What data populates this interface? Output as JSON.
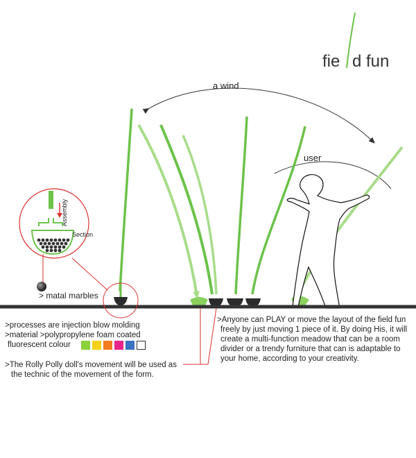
{
  "title": {
    "part1": "fie",
    "part2": "d fun"
  },
  "labels": {
    "wind": "a wind",
    "user": "user",
    "assembly": "Assembly",
    "section": "Section",
    "marbles": "> matal marbles"
  },
  "notes": {
    "process": ">processes are injection blow molding",
    "material": ">material >polypropylene foam coated",
    "colour": "fluorescent colour",
    "rolly_1": ">The Rolly Polly doll's movement will be used as",
    "rolly_2": "the technic of the movement of the form.",
    "anyone_lines": [
      ">Anyone can PLAY or move the layout of the field fun",
      "freely by just moving 1 piece of it. By doing His, it will",
      "create a multi-function meadow that can be a room",
      "divider or a trendy furniture that can is adaptable to",
      "your home, according to your creativity."
    ]
  },
  "colors": {
    "stem_green": "#6cc24a",
    "stem_light": "#a8dc8a",
    "ground": "#333333",
    "callout_red": "#d9302c",
    "dark": "#2b2b2b"
  },
  "swatch_colors": [
    "#8bd13a",
    "#f5d11b",
    "#f47a20",
    "#e8248a",
    "#3b73c4",
    "#ffffff"
  ]
}
